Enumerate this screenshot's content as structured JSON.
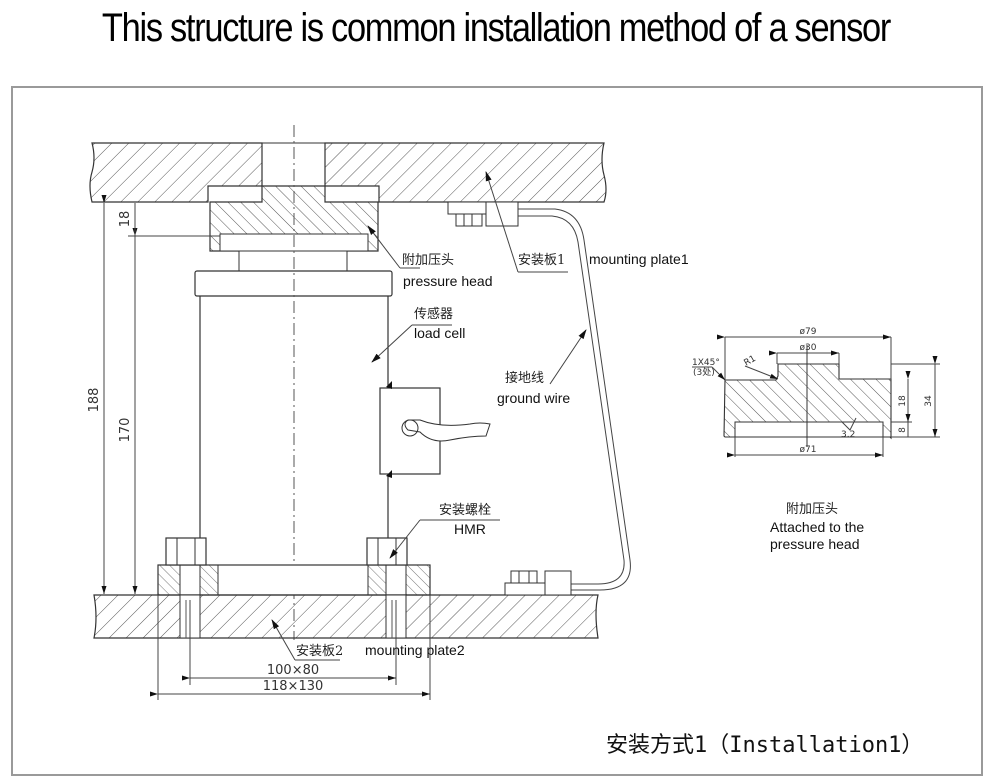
{
  "title": "This structure is common installation method of a sensor",
  "labels": {
    "pressure_head_cn": "附加压头",
    "pressure_head_en": "pressure head",
    "mounting_plate1_cn": "安装板1",
    "mounting_plate1_en": "mounting plate1",
    "load_cell_cn": "传感器",
    "load_cell_en": "load cell",
    "ground_wire_cn": "接地线",
    "ground_wire_en": "ground wire",
    "bolt_cn": "安装螺栓",
    "bolt_en": "HMR",
    "mounting_plate2_cn": "安装板2",
    "mounting_plate2_en": "mounting plate2"
  },
  "dimensions": {
    "total_height": "188",
    "cell_height": "170",
    "head_thickness": "18",
    "bolt_spacing": "100×80",
    "plate_size": "118×130"
  },
  "detail": {
    "outer_diameter": "ø79",
    "boss_diameter": "ø30",
    "recess_diameter": "ø71",
    "chamfer": "1X45°",
    "chamfer_note": "(3处)",
    "radius": "R1",
    "roughness": "3.2",
    "height_total": "34",
    "height_body": "18",
    "height_recess": "8",
    "caption_cn": "附加压头",
    "caption_en_line1": "Attached to the",
    "caption_en_line2": "pressure head"
  },
  "caption": "安装方式1（Installation1）"
}
